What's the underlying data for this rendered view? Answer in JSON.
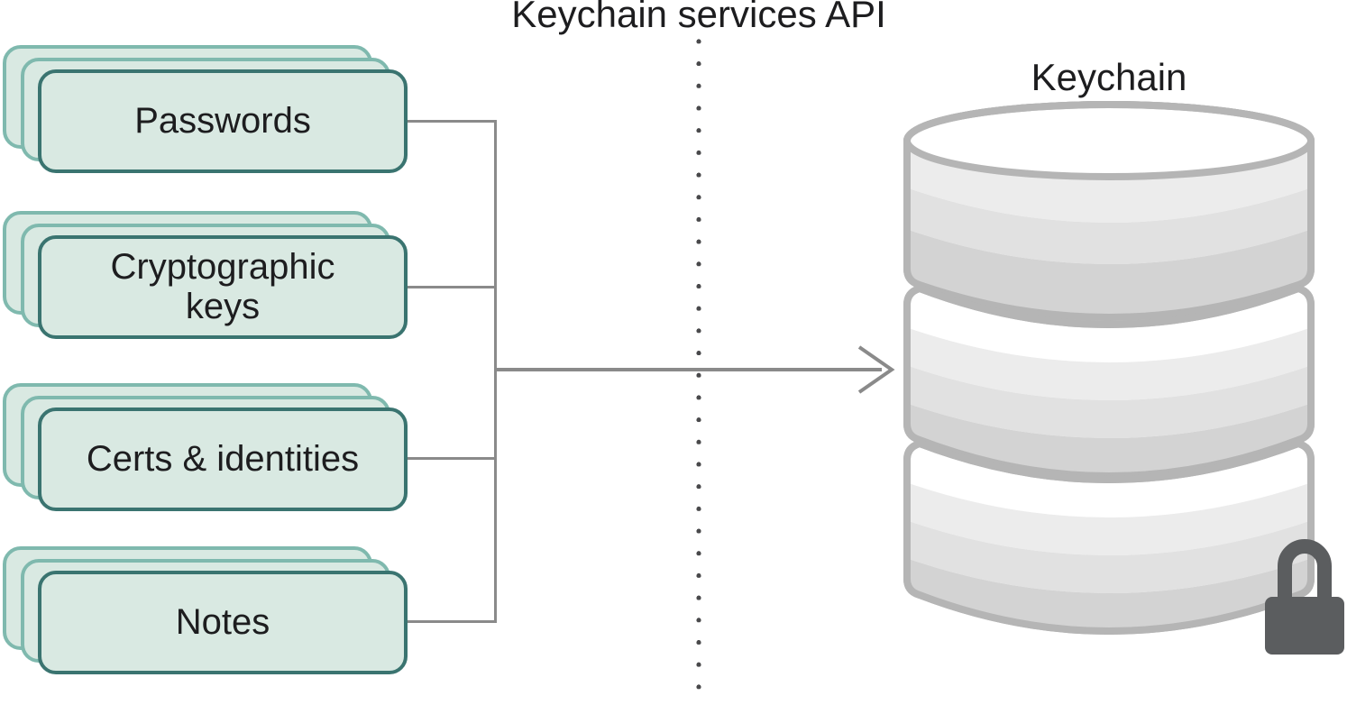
{
  "title": "Keychain services API",
  "cards": [
    {
      "label": "Passwords"
    },
    {
      "label": "Cryptographic\nkeys"
    },
    {
      "label": "Certs & identities"
    },
    {
      "label": "Notes"
    }
  ],
  "database": {
    "label": "Keychain",
    "icon": "database-cylinder-icon",
    "lock_icon": "lock-icon"
  },
  "connectors": {
    "style": "orthogonal-bus-with-arrow",
    "arrow_direction": "right"
  },
  "colors": {
    "page-bg": "#ffffff",
    "text": "#1d1d1f",
    "card-fill": "#d9e9e2",
    "card-border": "#3a7470",
    "card-back-border": "#7fb9ae",
    "line": "#8a8a8a",
    "dot": "#49494b",
    "db-stroke": "#b5b5b5",
    "db-band1": "#ececec",
    "db-band2": "#e1e1e1",
    "db-band3": "#d3d3d3",
    "lock": "#5b5d5f"
  }
}
